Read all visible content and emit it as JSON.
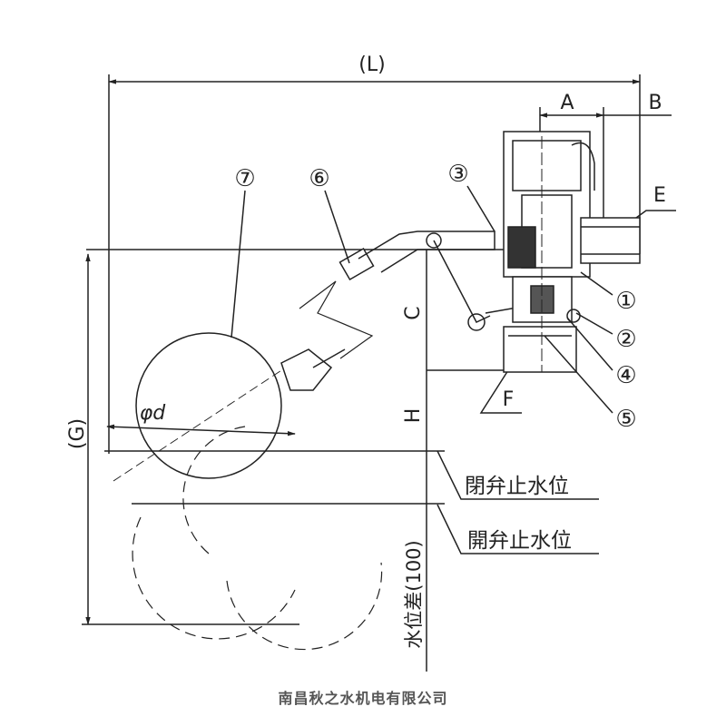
{
  "dimensions": {
    "L": "(L)",
    "A": "A",
    "B": "B",
    "E": "E",
    "C": "C",
    "H": "H",
    "F": "F",
    "G": "(G)",
    "d": "φd"
  },
  "parts": [
    "①",
    "②",
    "③",
    "④",
    "⑤",
    "⑥",
    "⑦"
  ],
  "levels": {
    "close": "閉弁止水位",
    "open": "開弁止水位",
    "difference": "水位差(100)"
  },
  "footer": "南昌秋之水机电有限公司"
}
